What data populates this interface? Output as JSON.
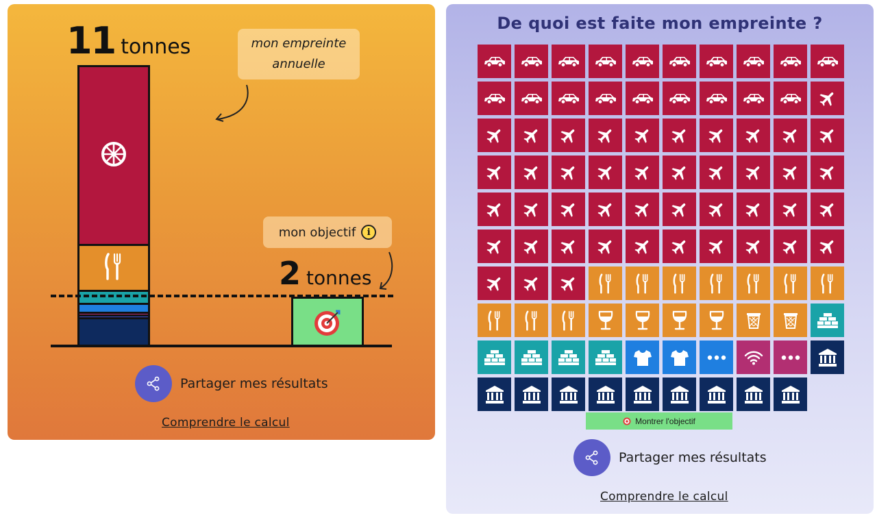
{
  "colors": {
    "transport": "#b3173e",
    "food": "#e48f2b",
    "housing": "#1aa3a8",
    "clothing": "#1f7fe0",
    "digital": "#b22f72",
    "public": "#0e2a5e",
    "target": "#79df87",
    "share": "#5c5cc8"
  },
  "left": {
    "footprint_value": "11",
    "footprint_unit": "tonnes",
    "footprint_label": "mon empreinte annuelle",
    "objective_label": "mon objectif",
    "objective_value": "2",
    "objective_unit": "tonnes",
    "share_label": "Partager mes résultats",
    "calc_link": "Comprendre le calcul"
  },
  "bar_segments": [
    {
      "category": "transport",
      "color": "#b3173e",
      "icon": "wheel-icon",
      "share": 0.6387
    },
    {
      "category": "food",
      "color": "#e48f2b",
      "icon": "cutlery-icon",
      "share": 0.1647
    },
    {
      "category": "housing",
      "color": "#1aa3a8",
      "icon": "",
      "share": 0.0474
    },
    {
      "category": "clothing",
      "color": "#1f7fe0",
      "icon": "",
      "share": 0.0324
    },
    {
      "category": "digital",
      "color": "#b22f72",
      "icon": "",
      "share": 0.01
    },
    {
      "category": "other",
      "color": "#3a4fd0",
      "icon": "",
      "share": 0.0075
    },
    {
      "category": "public",
      "color": "#0e2a5e",
      "icon": "",
      "share": 0.0993
    }
  ],
  "right": {
    "title": "De quoi est faite mon empreinte ?",
    "objective_button": "Montrer l'objectif",
    "share_label": "Partager mes résultats",
    "calc_link": "Comprendre le calcul",
    "grid": [
      {
        "type": "car",
        "count": 19
      },
      {
        "type": "plane",
        "count": 44
      },
      {
        "type": "cutlery",
        "count": 10
      },
      {
        "type": "wine",
        "count": 4
      },
      {
        "type": "bin",
        "count": 2
      },
      {
        "type": "bricks",
        "count": 5
      },
      {
        "type": "shirt",
        "count": 2
      },
      {
        "type": "dots-blue",
        "count": 1
      },
      {
        "type": "wifi",
        "count": 1
      },
      {
        "type": "dots-pink",
        "count": 1
      },
      {
        "type": "building",
        "count": 10
      }
    ]
  }
}
